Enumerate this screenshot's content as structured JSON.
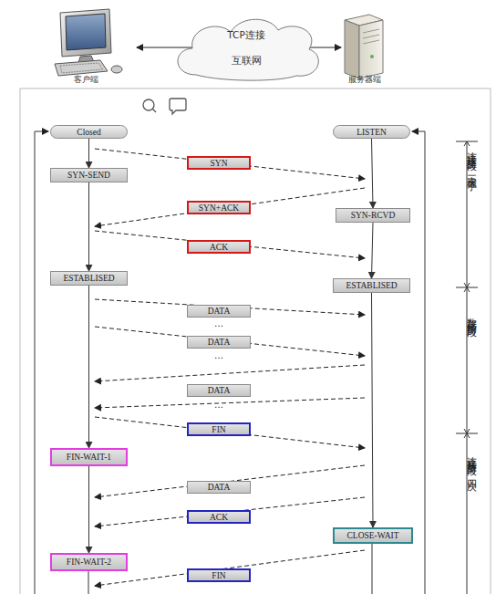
{
  "diagram": {
    "nodes": [
      {
        "text": [
          "TCP连接",
          "互联网"
        ]
      },
      {
        "text": [
          "Closed"
        ]
      },
      {
        "text": [
          "LISTEN"
        ]
      },
      {
        "text": [
          "SYN"
        ]
      },
      {
        "text": [
          "SYN-SEND"
        ]
      },
      {
        "text": [
          "SYN+ACK"
        ]
      },
      {
        "text": [
          "SYN-RCVD"
        ]
      },
      {
        "text": [
          "ACK"
        ]
      },
      {
        "text": [
          "ESTABLISED"
        ]
      },
      {
        "text": [
          "ESTABLISED"
        ]
      },
      {
        "text": [
          "DATA"
        ]
      },
      {
        "text": [
          "DATA"
        ]
      },
      {
        "text": [
          "DATA"
        ]
      },
      {
        "text": [
          "FIN"
        ]
      },
      {
        "text": [
          "FIN-WAIT-1"
        ]
      },
      {
        "text": [
          "DATA"
        ]
      },
      {
        "text": [
          "ACK"
        ]
      },
      {
        "text": [
          "CLOSE-WAIT"
        ]
      },
      {
        "text": [
          "FIN-WAIT-2"
        ]
      },
      {
        "text": [
          "FIN"
        ]
      }
    ],
    "edges": [
      {
        "from": 1,
        "to": 4,
        "arrow": "to"
      },
      {
        "from": 4,
        "to": 8,
        "arrow": "to"
      },
      {
        "from": 8,
        "to": 14,
        "arrow": "to"
      },
      {
        "from": 14,
        "to": 18,
        "arrow": "to"
      },
      {
        "from": 2,
        "to": 6,
        "arrow": "to"
      },
      {
        "from": 6,
        "to": 9,
        "arrow": "to"
      },
      {
        "from": 9,
        "to": 17,
        "arrow": "to"
      }
    ],
    "labels": [
      "客户端",
      "服务器端",
      "…",
      "…",
      "…",
      "连接建立阶段：三次握手",
      "数据传输阶段",
      "连接释放阶段：四次"
    ]
  }
}
